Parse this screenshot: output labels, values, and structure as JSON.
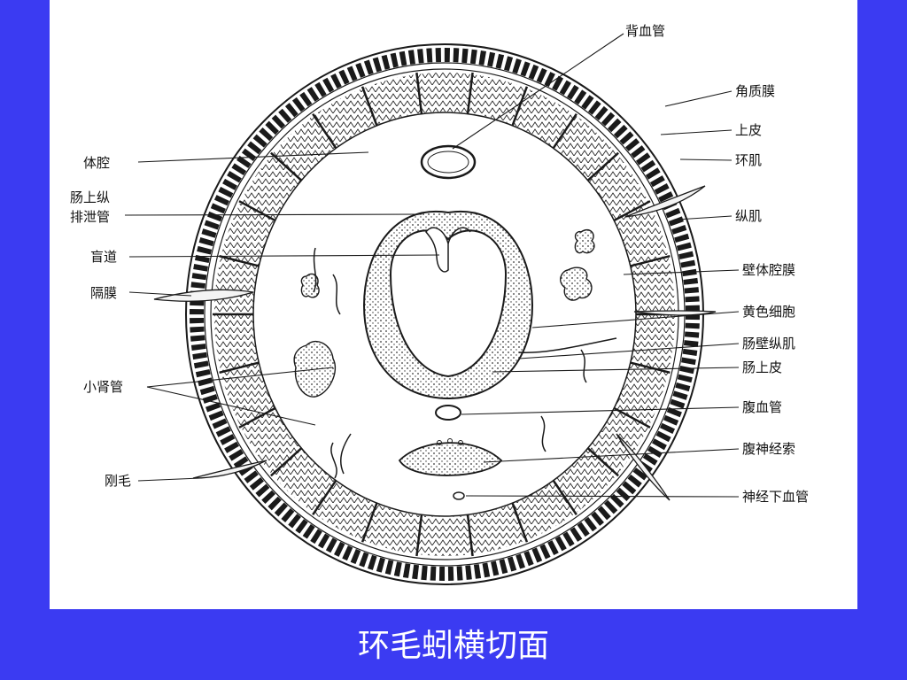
{
  "caption": "环毛蚓横切面",
  "labels": {
    "left": [
      "体腔",
      "肠上纵",
      "排泄管",
      "盲道",
      "隔膜",
      "小肾管",
      "刚毛"
    ],
    "right": [
      "背血管",
      "角质膜",
      "上皮",
      "环肌",
      "纵肌",
      "壁体腔膜",
      "黄色细胞",
      "肠壁纵肌",
      "肠上皮",
      "腹血管",
      "腹神经索",
      "神经下血管"
    ]
  },
  "colors": {
    "background": "#3b3bf2",
    "panel": "#ffffff",
    "ink": "#1a1a1a",
    "caption": "#ffffff"
  }
}
